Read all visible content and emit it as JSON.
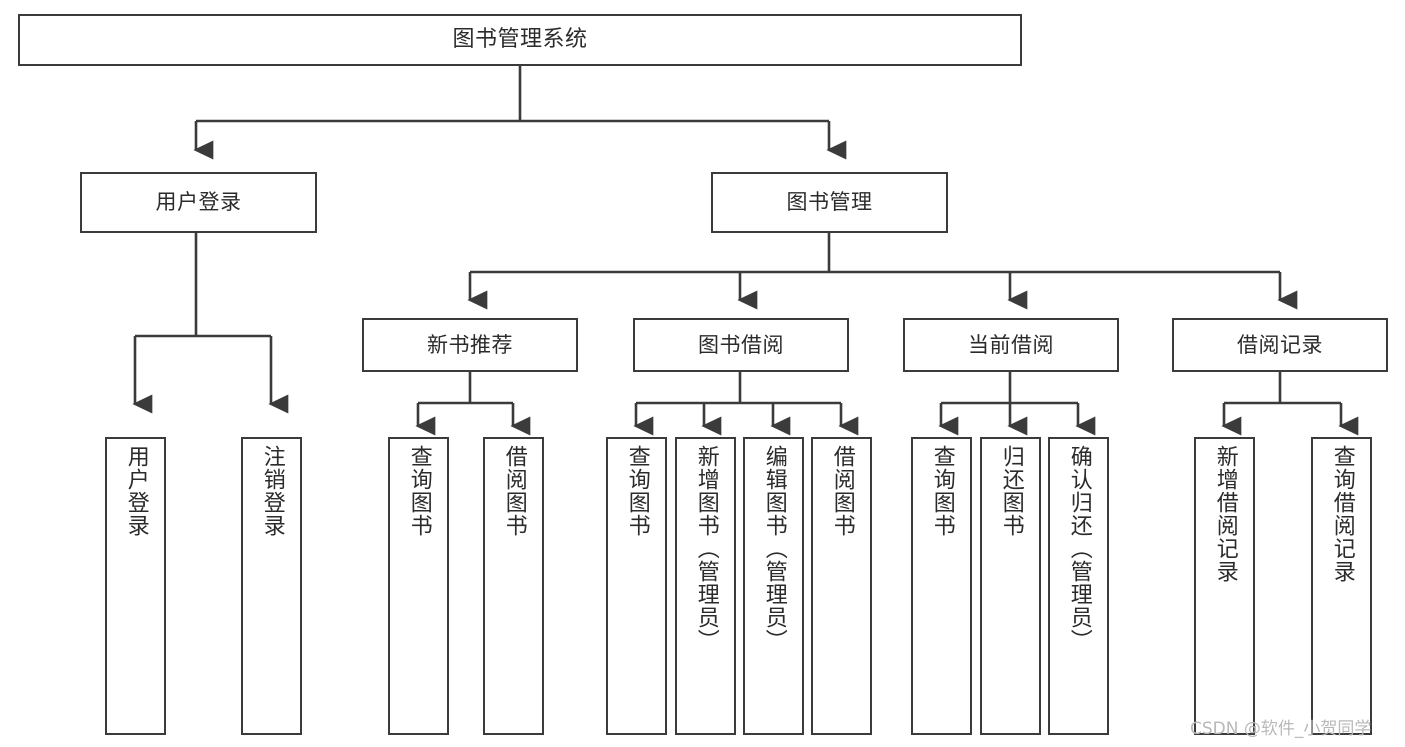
{
  "diagram": {
    "title": "图书管理系统",
    "type": "tree-hierarchy-chart",
    "root": {
      "label": "图书管理系统"
    },
    "level2": [
      {
        "label": "用户登录"
      },
      {
        "label": "图书管理"
      }
    ],
    "level3": [
      {
        "label": "新书推荐"
      },
      {
        "label": "图书借阅"
      },
      {
        "label": "当前借阅"
      },
      {
        "label": "借阅记录"
      }
    ],
    "leaves": {
      "user_login": [
        {
          "label": "用户登录"
        },
        {
          "label": "注销登录"
        }
      ],
      "new_book_recommend": [
        {
          "label": "查询图书"
        },
        {
          "label": "借阅图书"
        }
      ],
      "book_borrow": [
        {
          "label": "查询图书"
        },
        {
          "label": "新增图书（管理员）"
        },
        {
          "label": "编辑图书（管理员）"
        },
        {
          "label": "借阅图书"
        }
      ],
      "current_borrow": [
        {
          "label": "查询图书"
        },
        {
          "label": "归还图书"
        },
        {
          "label": "确认归还（管理员）"
        }
      ],
      "borrow_record": [
        {
          "label": "新增借阅记录"
        },
        {
          "label": "查询借阅记录"
        }
      ]
    }
  },
  "watermark": {
    "text": "CSDN @软件_小贺同学"
  },
  "colors": {
    "border": "#3b3b3b",
    "text": "#2b2b2b",
    "background": "#ffffff",
    "watermark": "#b9b9b9"
  }
}
